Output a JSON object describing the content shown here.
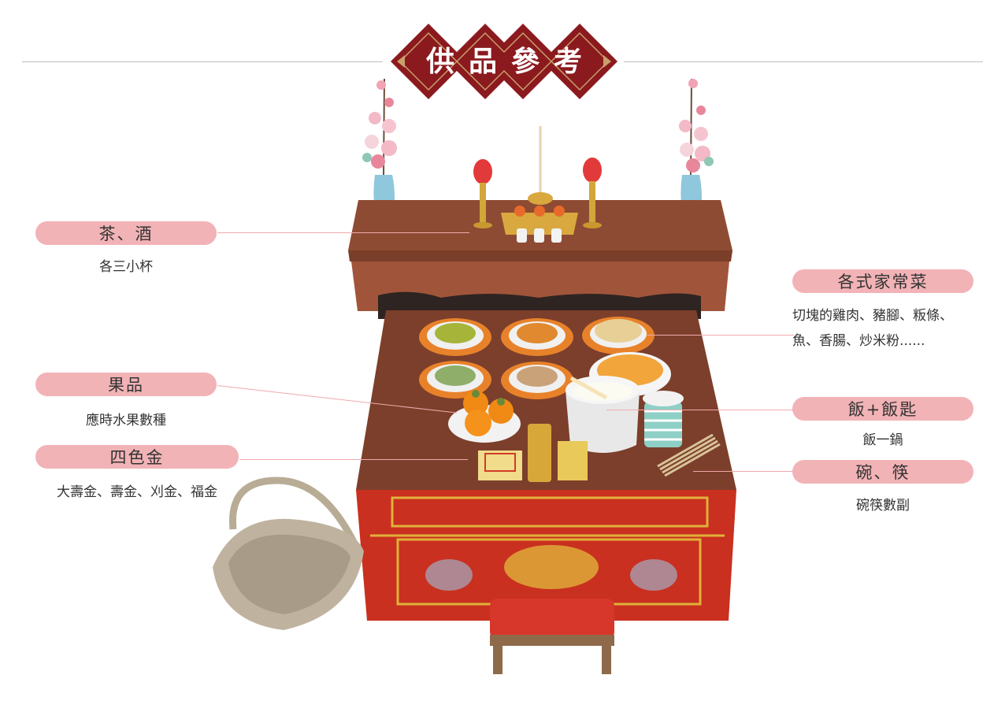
{
  "title": {
    "chars": [
      "供",
      "品",
      "參",
      "考"
    ],
    "text": "供品參考",
    "banner_color": "#8b1a1f",
    "border_color": "#c9a06a"
  },
  "labels": {
    "tea_wine": {
      "heading": "茶、酒",
      "desc": "各三小杯"
    },
    "fruit": {
      "heading": "果品",
      "desc": "應時水果數種"
    },
    "gold_paper": {
      "heading": "四色金",
      "desc": "大壽金、壽金、刈金、福金"
    },
    "dishes": {
      "heading": "各式家常菜",
      "desc_line1": "切塊的雞肉、豬腳、粄條、",
      "desc_line2": "魚、香腸、炒米粉......"
    },
    "rice": {
      "heading": "飯+飯匙",
      "desc": "飯一鍋"
    },
    "bowls": {
      "heading": "碗、筷",
      "desc": "碗筷數副"
    }
  },
  "colors": {
    "pill": "#f2b3b6",
    "leader": "#f0a9ac",
    "altar_wood": "#8e4b33",
    "altar_front": "#c9301f",
    "gold": "#e0b23a"
  }
}
